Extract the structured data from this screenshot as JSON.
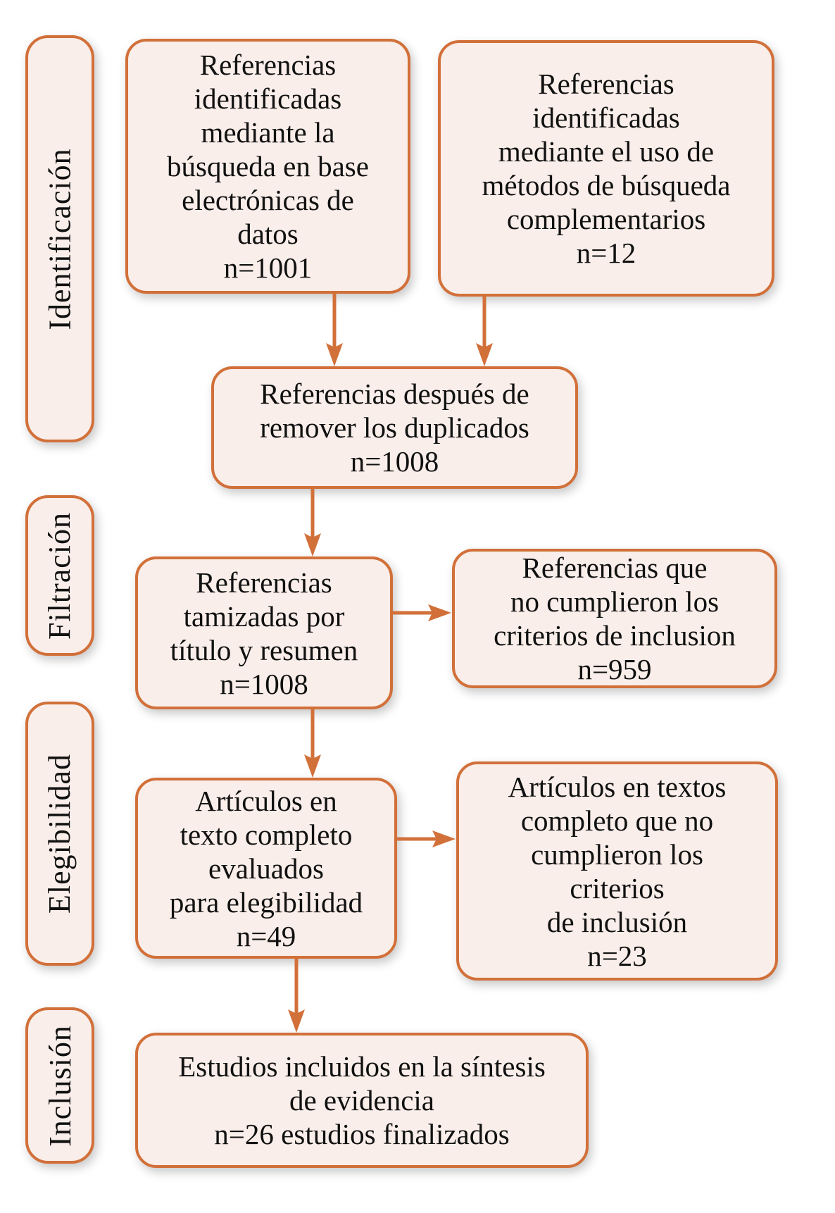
{
  "colors": {
    "border": "#d2703a",
    "fill": "#f9eee9",
    "arrow": "#d2703a",
    "text": "#111111"
  },
  "stages": {
    "identification": "Identificación",
    "screening": "Filtración",
    "eligibility": "Elegibilidad",
    "inclusion": "Inclusión"
  },
  "boxes": {
    "databases": {
      "lines": [
        "Referencias",
        "identificadas",
        "mediante la",
        "búsqueda en base",
        "electrónicas de",
        "datos"
      ],
      "count": "n=1001"
    },
    "other_methods": {
      "lines": [
        "Referencias",
        "identificadas",
        "mediante el uso de",
        "métodos de búsqueda",
        "complementarios"
      ],
      "count": "n=12"
    },
    "deduplicated": {
      "lines": [
        "Referencias después de",
        "remover los duplicados"
      ],
      "count": "n=1008"
    },
    "screened": {
      "lines": [
        "Referencias",
        "tamizadas por",
        "título y resumen"
      ],
      "count": "n=1008"
    },
    "excluded_screening": {
      "lines": [
        "Referencias que",
        "no cumplieron los",
        "criterios de inclusion"
      ],
      "count": "n=959"
    },
    "full_text": {
      "lines": [
        "Artículos en",
        "texto completo",
        "evaluados",
        "para elegibilidad"
      ],
      "count": "n=49"
    },
    "excluded_full_text": {
      "lines": [
        "Artículos en textos",
        "completo que no",
        "cumplieron los",
        "criterios",
        "de inclusión"
      ],
      "count": "n=23"
    },
    "included": {
      "lines": [
        "Estudios incluidos en la síntesis",
        "de evidencia"
      ],
      "count": "n=26 estudios finalizados"
    }
  }
}
